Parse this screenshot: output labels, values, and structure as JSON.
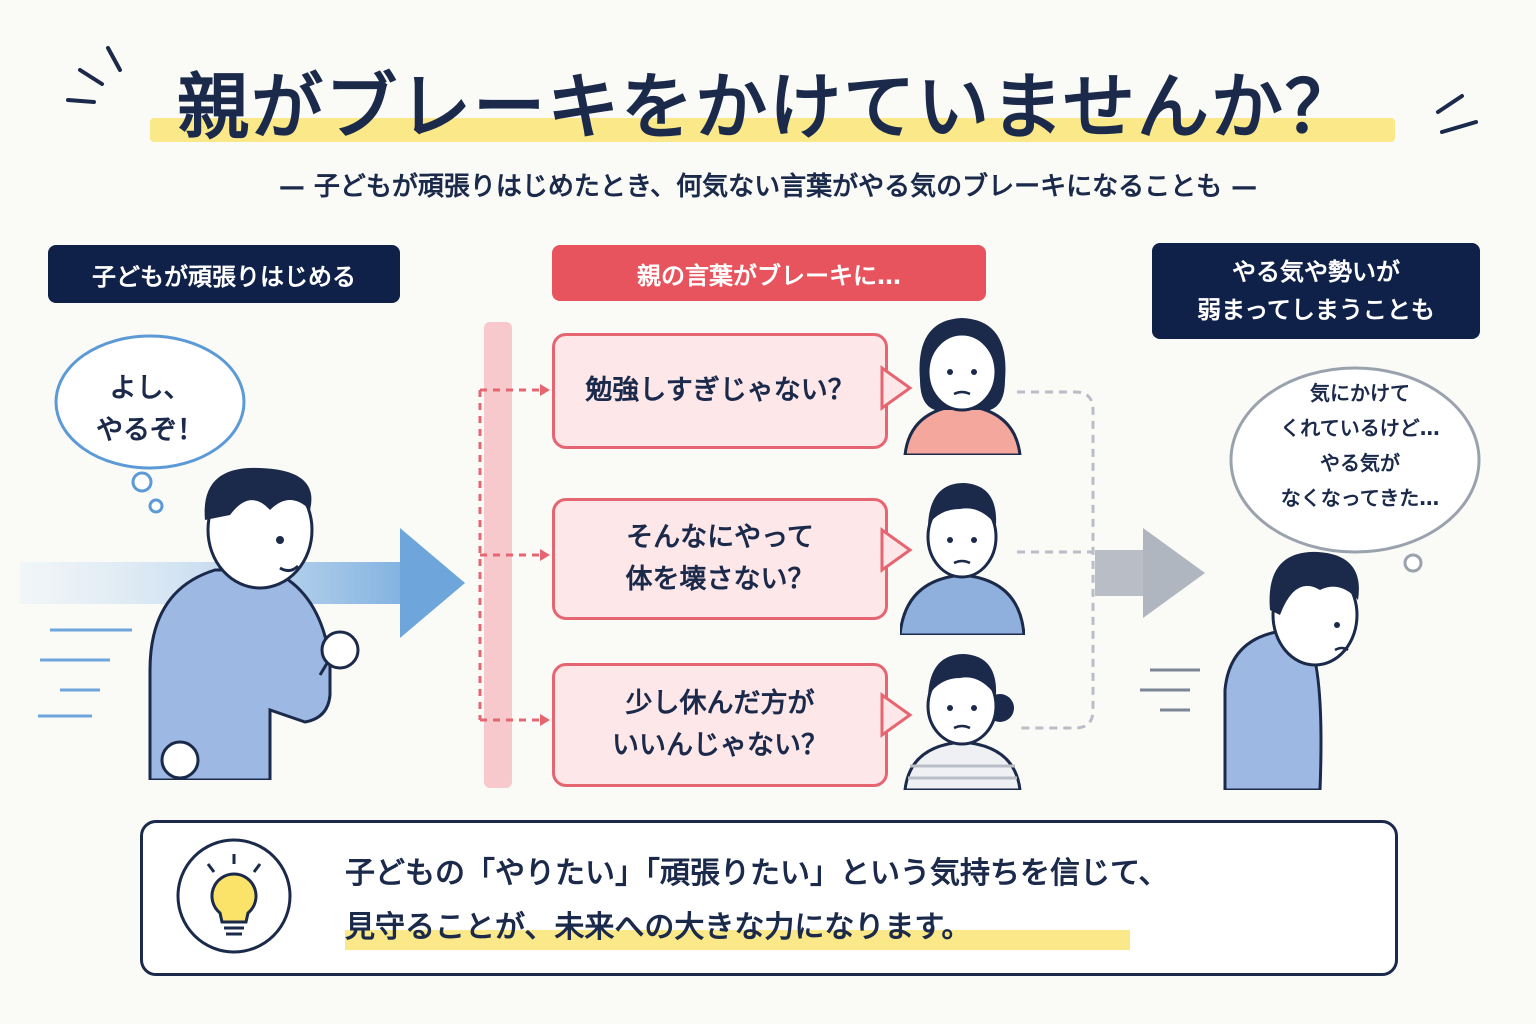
{
  "header": {
    "title": "親がブレーキをかけていませんか？",
    "subtitle": "— 子どもが頑張りはじめたとき、何気ない言葉がやる気のブレーキになることも —"
  },
  "left": {
    "label": "子どもが頑張りはじめる",
    "thought_line1": "よし、",
    "thought_line2": "やるぞ！"
  },
  "center": {
    "label": "親の言葉がブレーキに…",
    "bubbles": [
      {
        "line1": "勉強しすぎじゃない？",
        "line2": ""
      },
      {
        "line1": "そんなにやって",
        "line2": "体を壊さない？"
      },
      {
        "line1": "少し休んだ方が",
        "line2": "いいんじゃない？"
      }
    ]
  },
  "right": {
    "label_line1": "やる気や勢いが",
    "label_line2": "弱まってしまうことも",
    "thought_line1": "気にかけて",
    "thought_line2": "くれているけど…",
    "thought_line3": "やる気が",
    "thought_line4": "なくなってきた…"
  },
  "message": {
    "line1": "子どもの「やりたい」「頑張りたい」という気持ちを信じて、",
    "line2": "見守ることが、未来への大きな力になります。"
  },
  "colors": {
    "navy": "#0f2148",
    "red": "#e8545d",
    "pink": "#fde7e8",
    "blue_arrow": "#7fb0e0",
    "gray_arrow": "#b9bec6",
    "highlight": "#fbe889"
  }
}
